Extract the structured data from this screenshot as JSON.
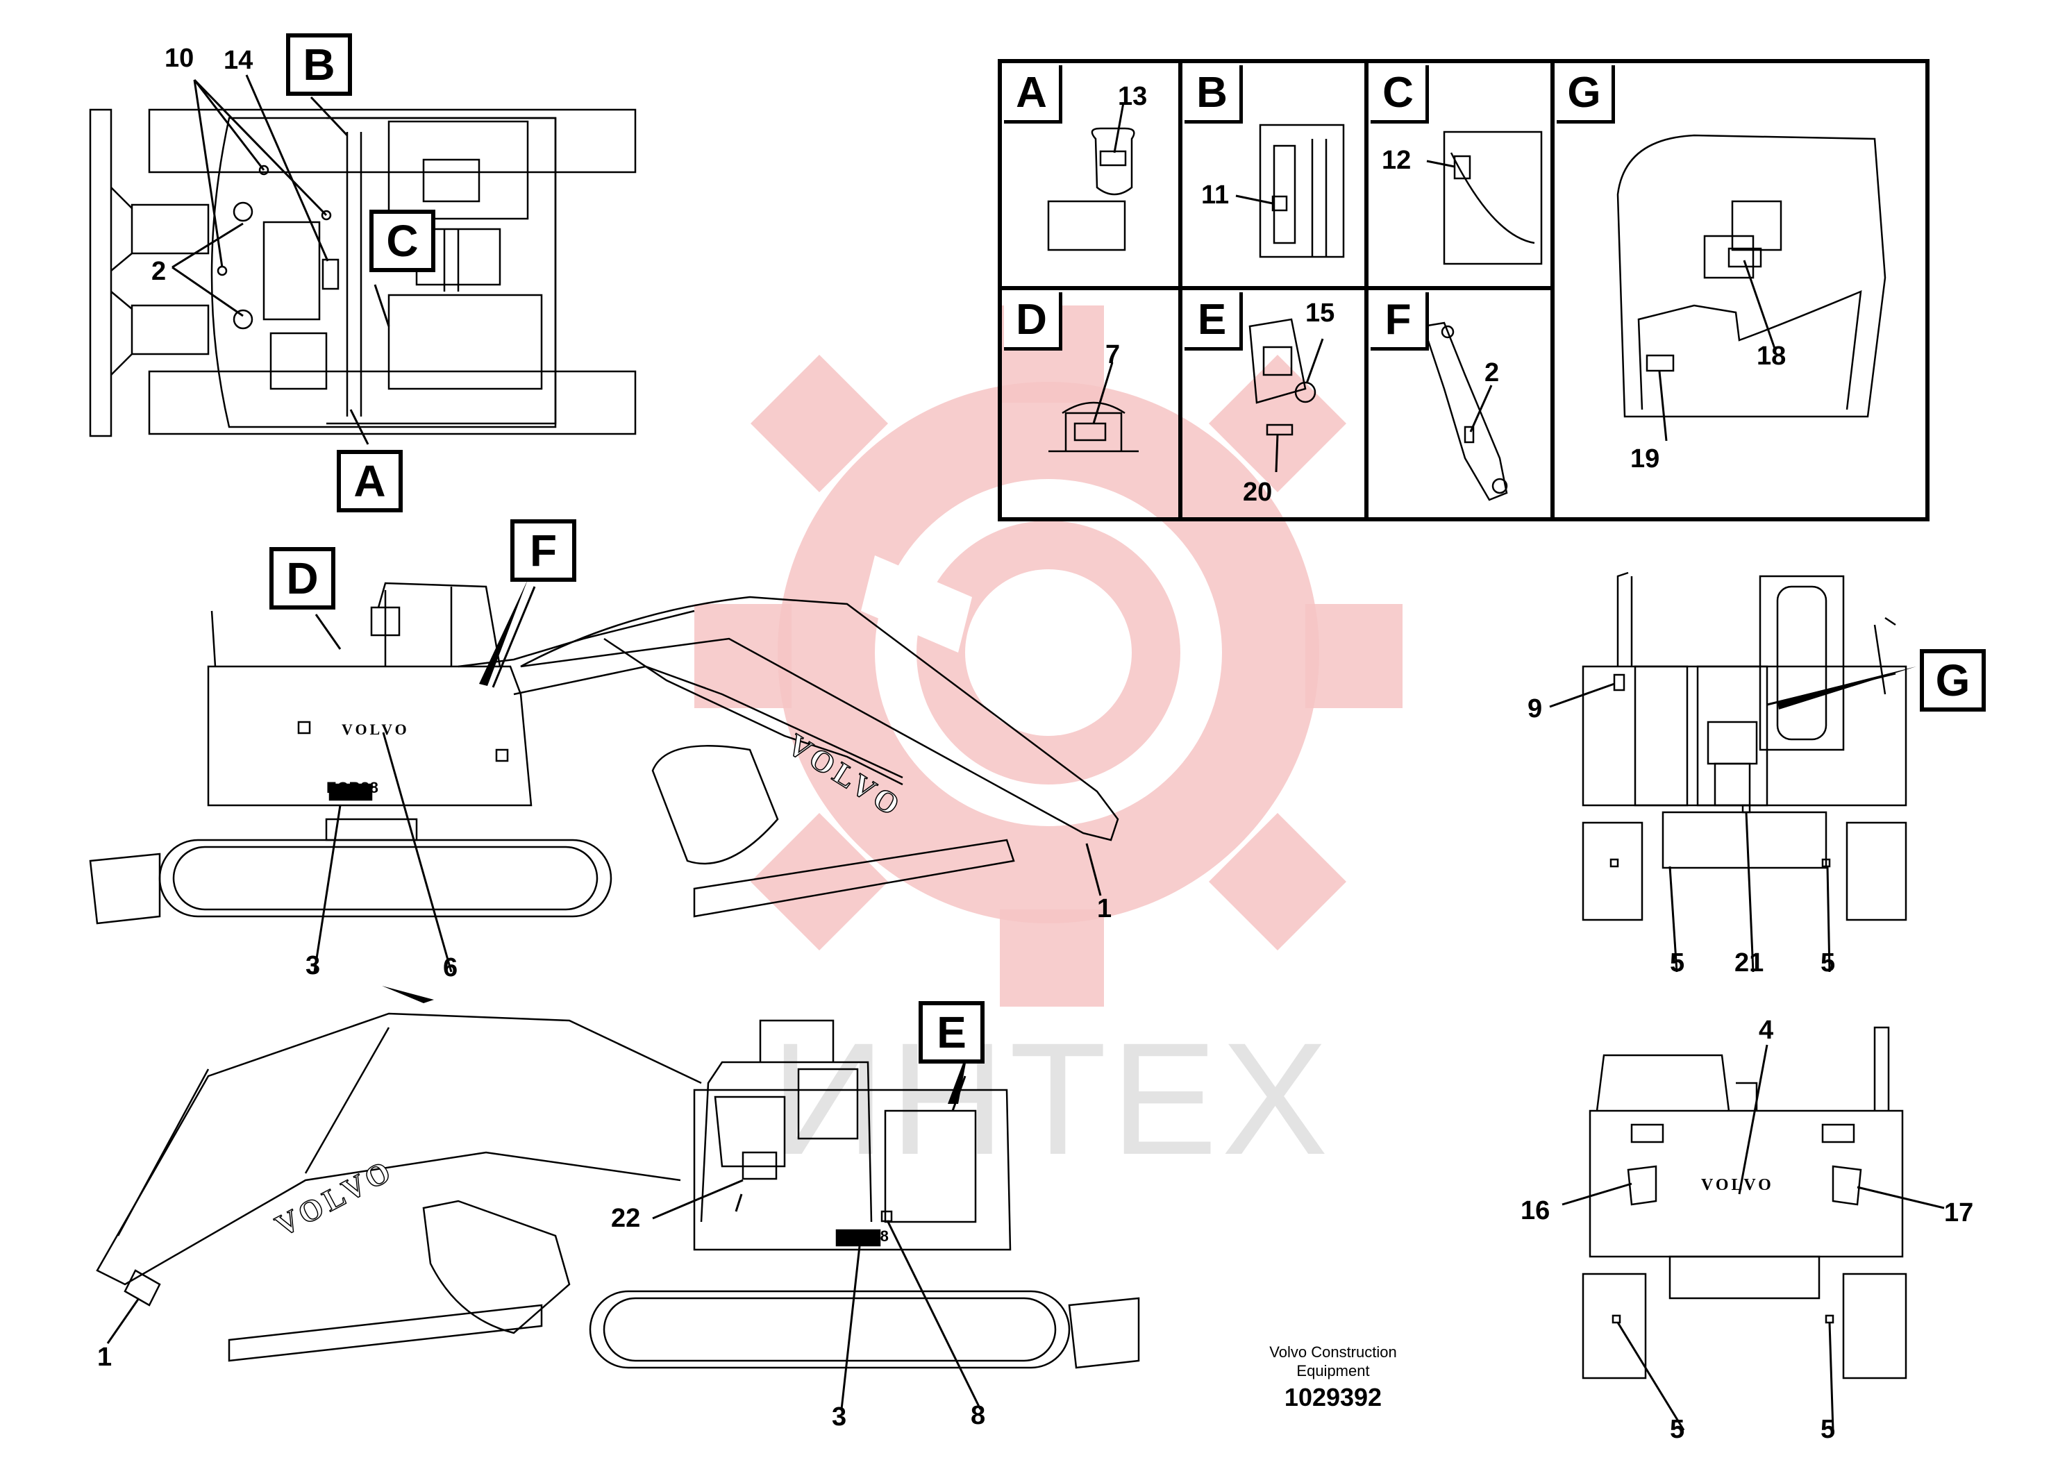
{
  "watermark": {
    "text": "ИНТЕХ",
    "gear_color": "#f7c9c9"
  },
  "brand": "VOLVO",
  "model_badge": "ECR88",
  "footer": {
    "company_line1": "Volvo Construction",
    "company_line2": "Equipment",
    "drawing_number": "1029392"
  },
  "detail_panels": [
    {
      "letter": "A",
      "callouts": [
        "13"
      ]
    },
    {
      "letter": "B",
      "callouts": [
        "11"
      ]
    },
    {
      "letter": "C",
      "callouts": [
        "12"
      ]
    },
    {
      "letter": "G",
      "callouts": [
        "18",
        "19"
      ]
    },
    {
      "letter": "D",
      "callouts": [
        "7"
      ]
    },
    {
      "letter": "E",
      "callouts": [
        "15",
        "20"
      ]
    },
    {
      "letter": "F",
      "callouts": [
        "2"
      ]
    }
  ],
  "view_letters": {
    "A": "A",
    "B": "B",
    "C": "C",
    "D": "D",
    "E": "E",
    "F": "F",
    "G": "G"
  },
  "callouts": {
    "top_10": "10",
    "top_14": "14",
    "top_2": "2",
    "side_3": "3",
    "side_6": "6",
    "side_1": "1",
    "rear_9": "9",
    "rear_5a": "5",
    "rear_21": "21",
    "rear_5b": "5",
    "side2_22": "22",
    "side2_1": "1",
    "side2_3": "3",
    "side2_8": "8",
    "front_4": "4",
    "front_16": "16",
    "front_17": "17",
    "front_5a": "5",
    "front_5b": "5"
  }
}
